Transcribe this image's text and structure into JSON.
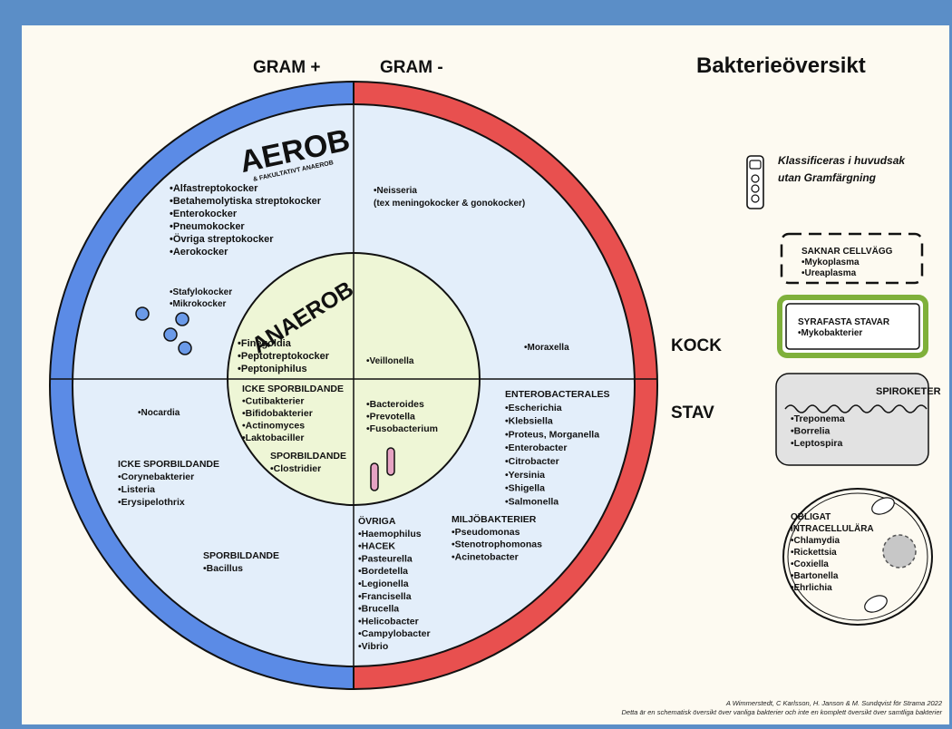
{
  "title": "Bakterieöversikt",
  "gram_pos": "GRAM +",
  "gram_neg": "GRAM -",
  "kock": "KOCK",
  "stav": "STAV",
  "aerob": "AEROB",
  "aerob_sub": "& FAKULTATIVT ANAEROB",
  "anaerob": "ANAEROB",
  "q_pos_kock": [
    "•Alfastreptokocker",
    "•Betahemolytiska streptokocker",
    "•Enterokocker",
    "•Pneumokocker",
    "•Övriga streptokocker",
    "•Aerokocker"
  ],
  "q_pos_kock2": [
    "•Stafylokocker",
    "•Mikrokocker"
  ],
  "q_neg_kock": [
    "•Neisseria",
    "(tex meningokocker & gonokocker)"
  ],
  "moraxella": "•Moraxella",
  "inner_pos_kock": [
    "•Finegoldia",
    "•Peptotreptokocker",
    "•Peptoniphilus"
  ],
  "veillonella": "•Veillonella",
  "inner_pos_stav": [
    "ICKE SPORBILDANDE",
    "•Cutibakterier",
    "•Bifidobakterier",
    "•Actinomyces",
    "•Laktobaciller"
  ],
  "inner_pos_stav2": [
    "SPORBILDANDE",
    "•Clostridier"
  ],
  "inner_neg_stav": [
    "•Bacteroides",
    "•Prevotella",
    "•Fusobacterium"
  ],
  "nocardia": "•Nocardia",
  "pos_stav_icke": [
    "ICKE SPORBILDANDE",
    "•Corynebakterier",
    "•Listeria",
    "•Erysipelothrix"
  ],
  "pos_stav_spor": [
    "SPORBILDANDE",
    "•Bacillus"
  ],
  "entero": [
    "ENTEROBACTERALES",
    "•Escherichia",
    "•Klebsiella",
    "•Proteus, Morganella",
    "•Enterobacter",
    "•Citrobacter",
    "•Yersinia",
    "•Shigella",
    "•Salmonella"
  ],
  "ovriga": [
    "ÖVRIGA",
    "•Haemophilus",
    "•HACEK",
    "•Pasteurella",
    "•Bordetella",
    "•Legionella",
    "•Francisella",
    "•Brucella",
    "•Helicobacter",
    "•Campylobacter",
    "•Vibrio"
  ],
  "miljo": [
    "MILJÖBAKTERIER",
    "•Pseudomonas",
    "•Stenotrophomonas",
    "•Acinetobacter"
  ],
  "legend": {
    "note": [
      "Klassificeras i huvudsak",
      "utan Gramfärgning"
    ],
    "saknar": [
      "SAKNAR CELLVÄGG",
      "•Mykoplasma",
      "•Ureaplasma"
    ],
    "syrafasta": [
      "SYRAFASTA STAVAR",
      "•Mykobakterier"
    ],
    "spiroketer_title": "SPIROKETER",
    "spiroketer": [
      "•Treponema",
      "•Borrelia",
      "•Leptospira"
    ],
    "obligat": [
      "OBLIGAT",
      "INTRACELLULÄRA",
      "•Chlamydia",
      "•Rickettsia",
      "•Coxiella",
      "•Bartonella",
      "•Ehrlichia"
    ]
  },
  "credits": [
    "A Wimmerstedt,  C Karlsson,  H. Janson & M. Sundqvist  för Strama  2022",
    "Detta är en schematisk  översikt över vanliga bakterier och inte en komplett  översikt över samtliga  bakterier"
  ],
  "colors": {
    "gram_pos": "#5b8be6",
    "gram_neg": "#e8504f",
    "inner": "#eef6d6",
    "quadrant": "#e3eefa",
    "syrafasta_border": "#7fb03b"
  }
}
